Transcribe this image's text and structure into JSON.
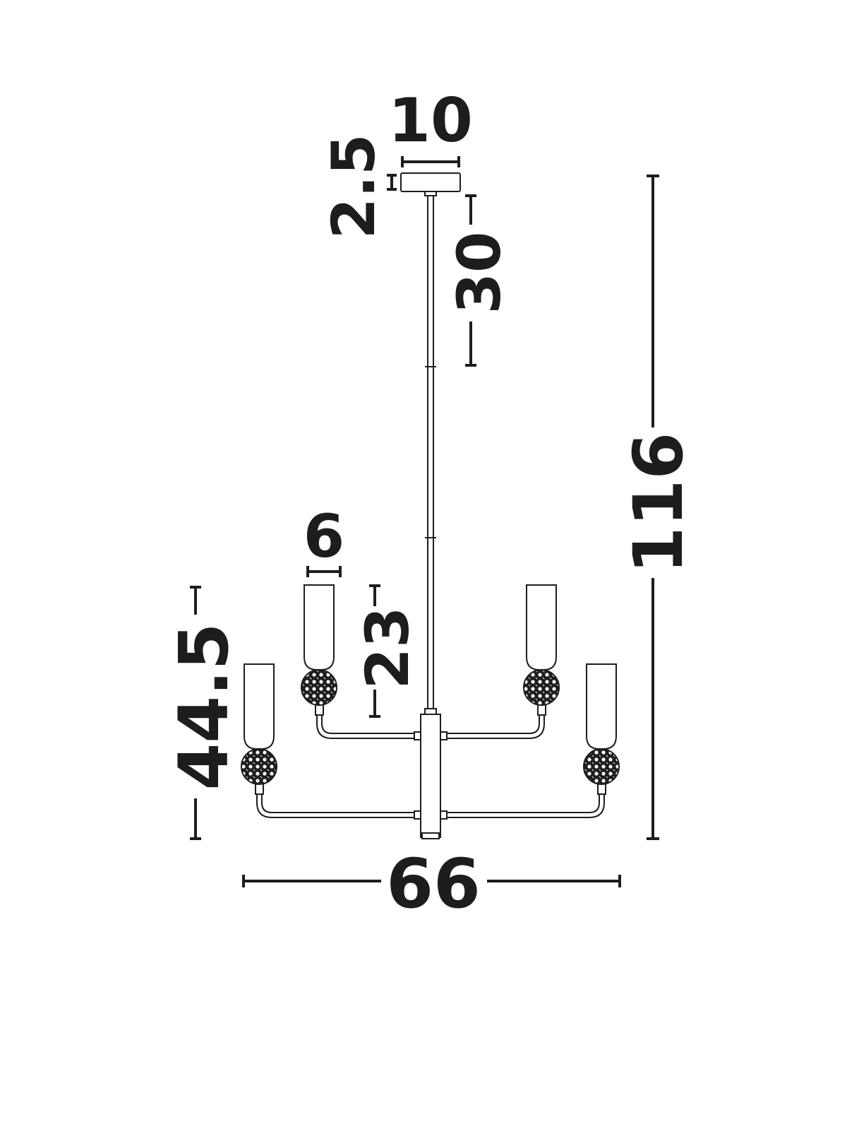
{
  "diagram": {
    "ink_color": "#1d1d1b",
    "background": "#ffffff"
  },
  "dimensions": {
    "canopy_width": "10",
    "canopy_height": "2.5",
    "rod_length": "30",
    "total_height": "116",
    "shade_width": "6",
    "shade_height": "23",
    "body_height": "44.5",
    "total_width": "66"
  }
}
